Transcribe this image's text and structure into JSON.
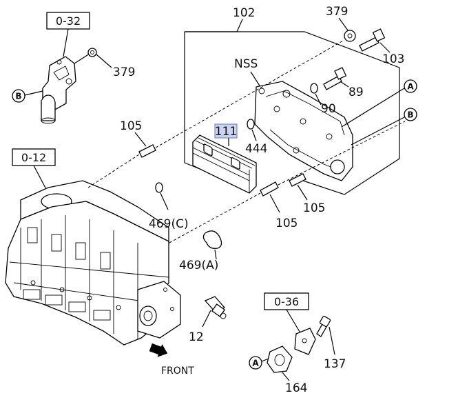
{
  "labels": {
    "p102": "102",
    "p379_top": "379",
    "p103": "103",
    "p379_left": "379",
    "nss": "NSS",
    "p89": "89",
    "p90": "90",
    "p111": "111",
    "p444": "444",
    "p105_left": "105",
    "p105_right": "105",
    "p105_mid": "105",
    "p469c": "469(C)",
    "p469a": "469(A)",
    "p12": "12",
    "front": "FRONT",
    "p137": "137",
    "p164": "164"
  },
  "ref_boxes": {
    "r032": "0-32",
    "r012": "0-12",
    "r036": "0-36"
  },
  "connectors": {
    "a_right": "A",
    "b_right": "B",
    "b_left": "B",
    "a_bottom": "A"
  },
  "highlight_color": "#c9d4f0"
}
